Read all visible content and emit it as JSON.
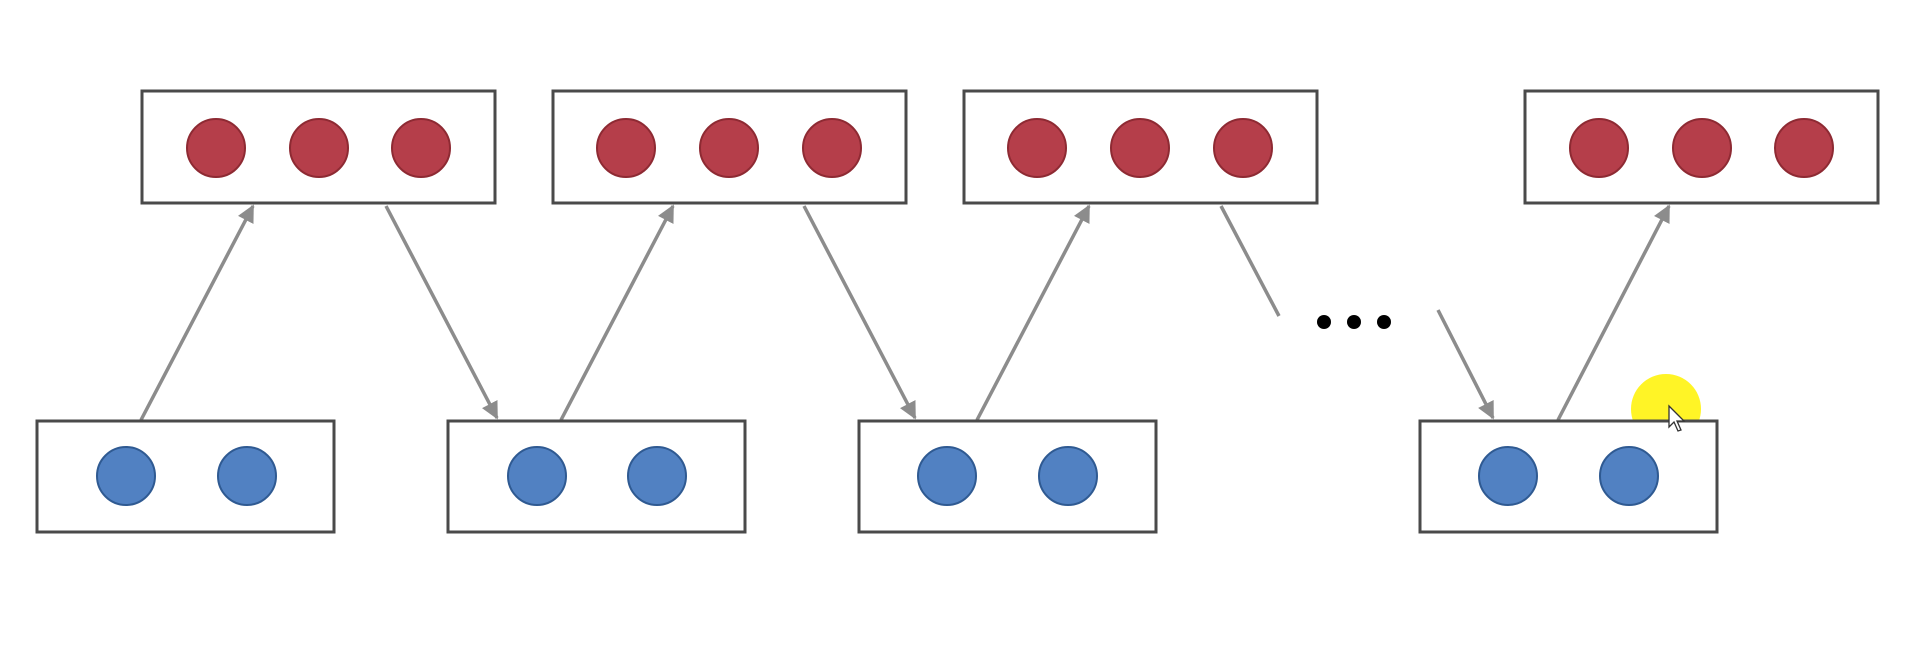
{
  "diagram": {
    "hidden_layer_count_shown": 4,
    "input_layer_count_shown": 4,
    "hidden_units_per_layer": 3,
    "input_units_per_layer": 2,
    "colors": {
      "hidden_unit": "#b53e4a",
      "input_unit": "#5181c2",
      "box_border": "#4a4a4a",
      "edge": "#8c8c8c",
      "cursor_highlight": "#fff200"
    },
    "ellipsis": "•••",
    "cursor_icon": "mouse-pointer-icon"
  }
}
